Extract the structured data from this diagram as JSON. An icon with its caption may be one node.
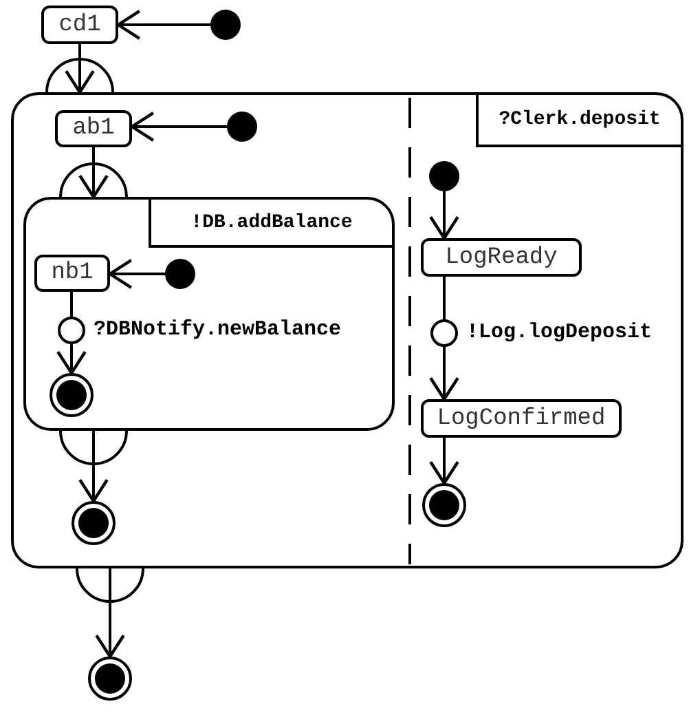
{
  "diagram": {
    "nodes": [
      {
        "text": [
          "cd1"
        ]
      },
      {
        "text": [],
        "shape": "dot"
      },
      {
        "text": [
          "?Clerk.deposit"
        ]
      },
      {
        "text": [
          "ab1"
        ],
        "in": 2
      },
      {
        "text": [],
        "shape": "dot",
        "in": 2
      },
      {
        "text": [
          "!DB.addBalance"
        ],
        "in": 2
      },
      {
        "text": [
          "nb1"
        ],
        "in": 5
      },
      {
        "text": [],
        "shape": "dot",
        "in": 5
      },
      {
        "text": [],
        "shape": "circle",
        "in": 5,
        "beside": [
          "?DBNotify.newBalance"
        ]
      },
      {
        "text": [],
        "shape": "bullseye",
        "in": 5
      },
      {
        "text": [],
        "shape": "bullseye",
        "in": 2
      },
      {
        "text": [],
        "shape": "bullseye"
      },
      {
        "text": [],
        "shape": "dot",
        "in": 2
      },
      {
        "text": [
          "LogReady"
        ],
        "in": 2
      },
      {
        "text": [],
        "shape": "circle",
        "in": 2,
        "beside": [
          "!Log.logDeposit"
        ]
      },
      {
        "text": [
          "LogConfirmed"
        ],
        "in": 2
      },
      {
        "text": [],
        "shape": "bullseye",
        "in": 2
      }
    ],
    "edges": [
      {
        "from": 1,
        "to": 0,
        "arrow": "to"
      },
      {
        "from": 0,
        "to": 2,
        "arrow": "to"
      },
      {
        "from": 4,
        "to": 3,
        "arrow": "to"
      },
      {
        "from": 3,
        "to": 5,
        "arrow": "to"
      },
      {
        "from": 7,
        "to": 6,
        "arrow": "to"
      },
      {
        "from": 6,
        "to": 8,
        "arrow": "none"
      },
      {
        "from": 8,
        "to": 9,
        "arrow": "to"
      },
      {
        "from": 5,
        "to": 10,
        "arrow": "to"
      },
      {
        "from": 2,
        "to": 11,
        "arrow": "to"
      },
      {
        "from": 12,
        "to": 13,
        "arrow": "to"
      },
      {
        "from": 13,
        "to": 14,
        "arrow": "none"
      },
      {
        "from": 14,
        "to": 15,
        "arrow": "to"
      },
      {
        "from": 15,
        "to": 16,
        "arrow": "to"
      }
    ]
  }
}
